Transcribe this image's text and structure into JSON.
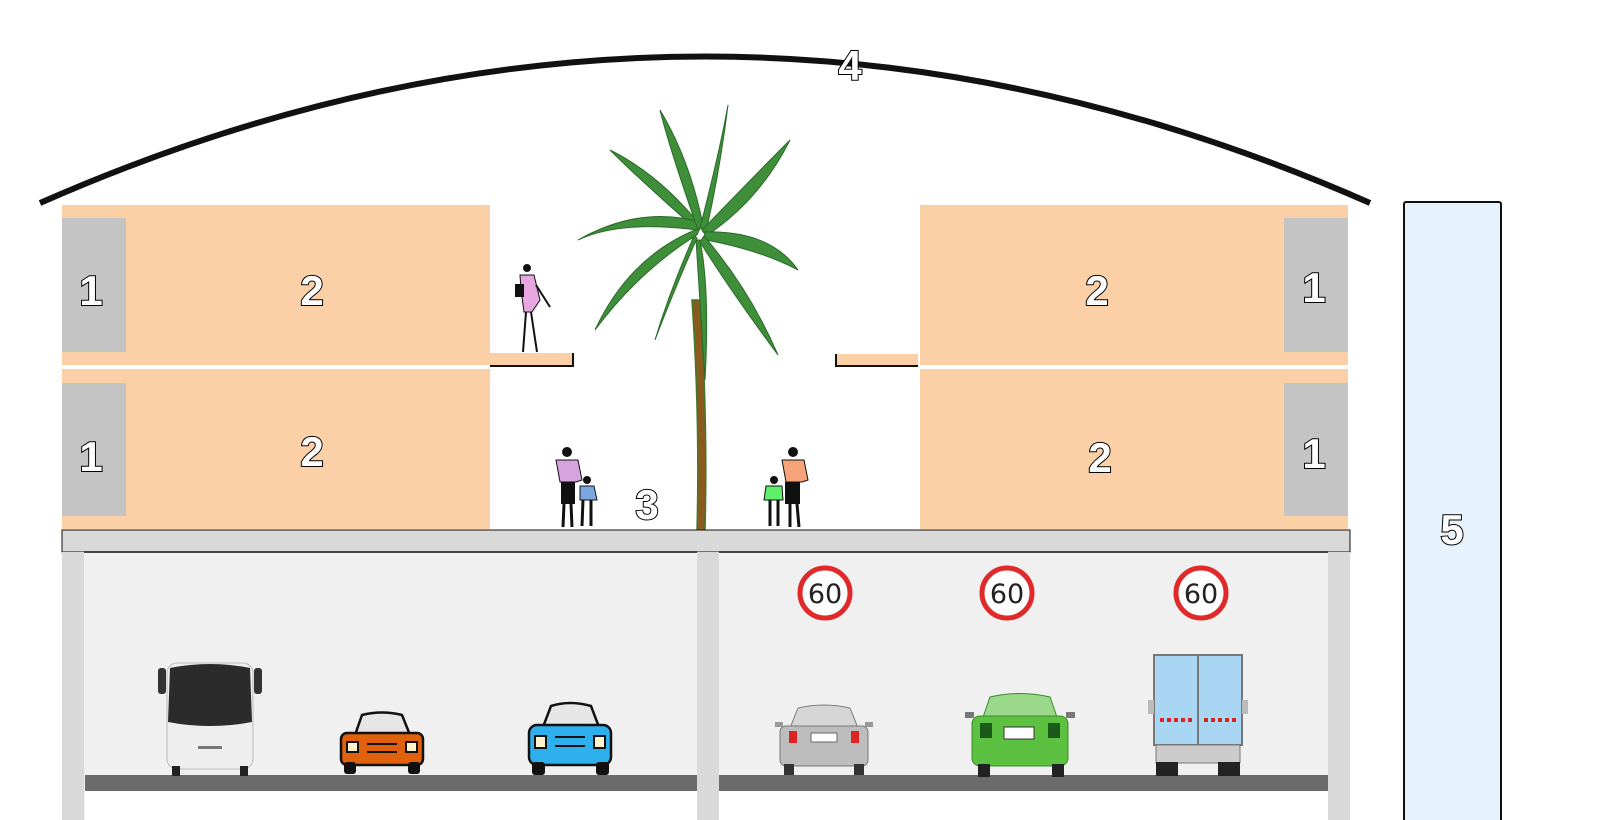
{
  "labels": {
    "core_left_upper": "1",
    "core_left_lower": "1",
    "core_right_upper": "1",
    "core_right_lower": "1",
    "unit_left_upper": "2",
    "unit_left_lower": "2",
    "unit_right_upper": "2",
    "unit_right_lower": "2",
    "courtyard": "3",
    "roof_arch": "4",
    "side_column": "5"
  },
  "speed_signs": [
    "60",
    "60",
    "60"
  ],
  "colors": {
    "unit": "#fbd0a6",
    "core": "#c4c4c4",
    "deck": "#d9d9d9",
    "tunnel": "#f0f0f0",
    "road": "#6b6b6b",
    "column": "#e6f3fd",
    "sign_ring": "#e02a2a"
  }
}
